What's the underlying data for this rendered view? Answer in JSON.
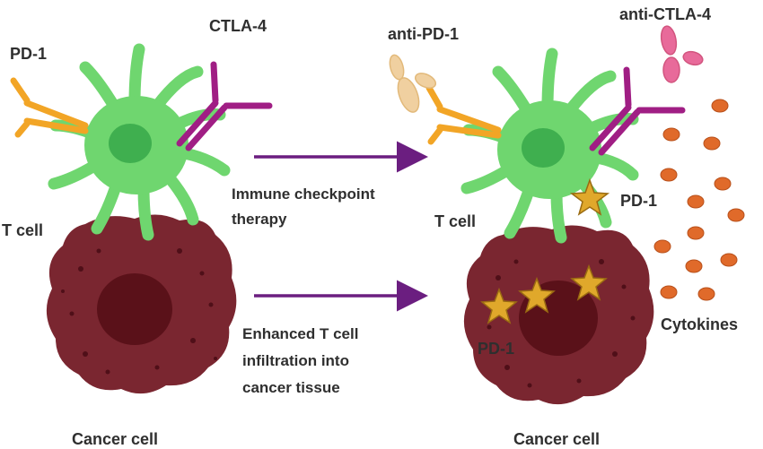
{
  "labels": {
    "pd1_left": "PD-1",
    "ctla4_left": "CTLA-4",
    "tcell_left": "T  cell",
    "cancer_left": "Cancer cell",
    "anti_pd1": "anti-PD-1",
    "anti_ctla4": "anti-CTLA-4",
    "pd1_right_tcell": "PD-1",
    "tcell_right": "T  cell",
    "pd1_right_cancer": "PD-1",
    "cytokines": "Cytokines",
    "cancer_right": "Cancer cell"
  },
  "arrows": {
    "top": [
      "Immune checkpoint",
      "therapy"
    ],
    "bottom": [
      "Enhanced T cell",
      "infiltration into",
      "cancer tissue"
    ]
  },
  "colors": {
    "tcell_green": "#6fd66f",
    "tcell_nucleus": "#3faf4f",
    "cancer_body": "#7a2630",
    "cancer_nucleus": "#5a1119",
    "pd1_orange": "#f2a526",
    "ctla4_purple": "#a01e84",
    "anti_pd1_tan": "#f0d0a0",
    "anti_ctla4_pink": "#e86a9a",
    "star_gold": "#e0a82b",
    "cytokine_orange": "#e06a2a",
    "arrow_purple": "#6b1e80"
  }
}
